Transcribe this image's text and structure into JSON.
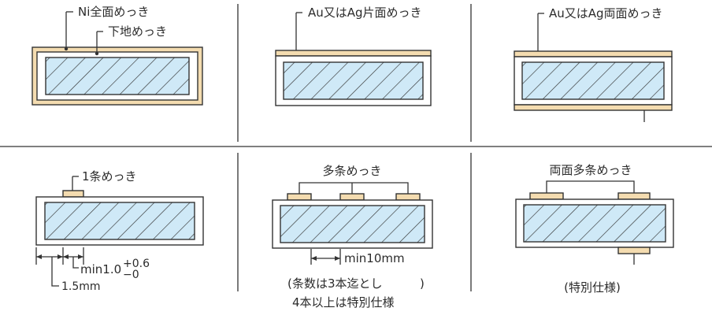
{
  "colors": {
    "plating": "#f4dcb0",
    "core": "#cfe9f7",
    "hatch": "#333333",
    "line": "#333333",
    "paper": "#ffffff"
  },
  "panels": [
    {
      "id": "ni-full",
      "labels": [
        "Ni全面めっき",
        "下地めっき"
      ]
    },
    {
      "id": "one-side",
      "labels": [
        "Au又はAg片面めっき"
      ]
    },
    {
      "id": "two-side",
      "labels": [
        "Au又はAg両面めっき"
      ]
    },
    {
      "id": "one-stripe",
      "labels": [
        "1条めっき",
        "min1.0",
        "+0.6",
        "−0",
        "1.5mm"
      ]
    },
    {
      "id": "multi-stripe",
      "labels": [
        "多条めっき",
        "min10mm",
        "条数は3本迄とし",
        "4本以上は特別仕様"
      ]
    },
    {
      "id": "both-multi",
      "labels": [
        "両面多条めっき",
        "(特別仕様)"
      ]
    }
  ]
}
